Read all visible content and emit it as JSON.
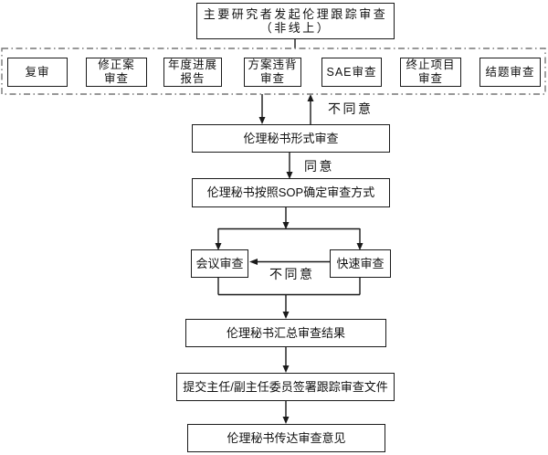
{
  "diagram": {
    "start_node": "主要研究者发起伦理跟踪审查\n（非线上）",
    "review_types": [
      "复审",
      "修正案\n审查",
      "年度进展\n报告",
      "方案违背\n审查",
      "SAE审查",
      "终止项目\n审查",
      "结题审查"
    ],
    "nodes": {
      "formal_review": "伦理秘书形式审查",
      "sop_method": "伦理秘书按照SOP确定审查方式",
      "meeting_review": "会议审查",
      "rapid_review": "快速审查",
      "summary_results": "伦理秘书汇总审查结果",
      "submit_signature": "提交主任/副主任委员签署跟踪审查文件",
      "convey_opinion": "伦理秘书传达审查意见"
    },
    "edge_labels": {
      "disagree_top": "不同意",
      "agree": "同意",
      "disagree_branch": "不同意"
    },
    "colors": {
      "line": "#1a1a1a",
      "dashed_border": "#777777",
      "background": "#ffffff",
      "text": "#111111"
    }
  }
}
